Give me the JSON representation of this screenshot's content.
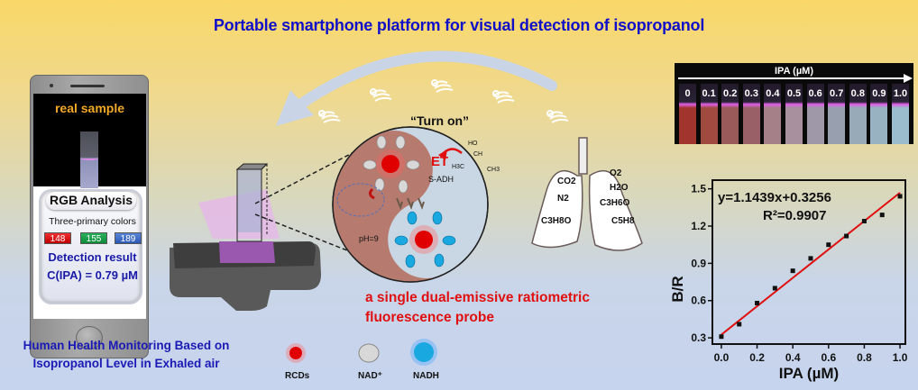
{
  "title": "Portable smartphone platform for visual detection of isopropanol",
  "phone": {
    "sample_label": "real sample",
    "rgb_title": "RGB Analysis",
    "three_primary_label": "Three-primary colors",
    "rgb_values": {
      "r": "148",
      "g": "155",
      "b": "189"
    },
    "detection_label": "Detection result",
    "concentration": "C(IPA) = 0.79 µM"
  },
  "health_text": [
    "Human Health Monitoring Based on",
    "Isopropanol Level in Exhaled air"
  ],
  "mechanism": {
    "turn_on_label": "“Turn on”",
    "et_label": "ET",
    "enzyme_label": "S-ADH",
    "ph_label": "pH=9",
    "ipa_formula": {
      "ho": "HO",
      "ch": "CH",
      "h3c": "H3C",
      "ch3": "CH3"
    }
  },
  "probe_text": [
    "a single dual-emissive ratiometric",
    "fluorescence probe"
  ],
  "legend": [
    {
      "label": "RCDs",
      "color": "#e00000"
    },
    {
      "label": "NAD⁺",
      "color": "#c8c8c8"
    },
    {
      "label": "NADH",
      "color": "#1aa8e0"
    }
  ],
  "lungs": {
    "left": [
      "CO2",
      "N2",
      "C3H8O"
    ],
    "right": [
      "O2",
      "H2O",
      "C3H6O",
      "C5H8"
    ]
  },
  "tube_strip": {
    "title": "IPA (µM)",
    "labels": [
      "0",
      "0.1",
      "0.2",
      "0.3",
      "0.4",
      "0.5",
      "0.6",
      "0.7",
      "0.8",
      "0.9",
      "1.0"
    ],
    "colors": [
      "#a2342e",
      "#a04a40",
      "#9a5a5a",
      "#9a6068",
      "#a58088",
      "#a8909e",
      "#9e98a8",
      "#98a0b0",
      "#98aab8",
      "#98b2c2",
      "#9abccc"
    ]
  },
  "chart_data": {
    "type": "scatter",
    "x": [
      0.0,
      0.1,
      0.2,
      0.3,
      0.4,
      0.5,
      0.6,
      0.7,
      0.8,
      0.9,
      1.0
    ],
    "y": [
      0.31,
      0.41,
      0.58,
      0.7,
      0.84,
      0.94,
      1.05,
      1.12,
      1.24,
      1.29,
      1.44
    ],
    "fit": {
      "slope": 1.1439,
      "intercept": 0.3256,
      "color": "#e01010"
    },
    "equation_text": "y=1.1439x+0.3256",
    "r2_text": "R²=0.9907",
    "xlabel": "IPA (µM)",
    "ylabel": "B/R",
    "xlim": [
      -0.05,
      1.03
    ],
    "ylim": [
      0.25,
      1.57
    ],
    "xticks": [
      "0.0",
      "0.2",
      "0.4",
      "0.6",
      "0.8",
      "1.0"
    ],
    "yticks": [
      "0.3",
      "0.6",
      "0.9",
      "1.2",
      "1.5"
    ],
    "grid": false
  }
}
